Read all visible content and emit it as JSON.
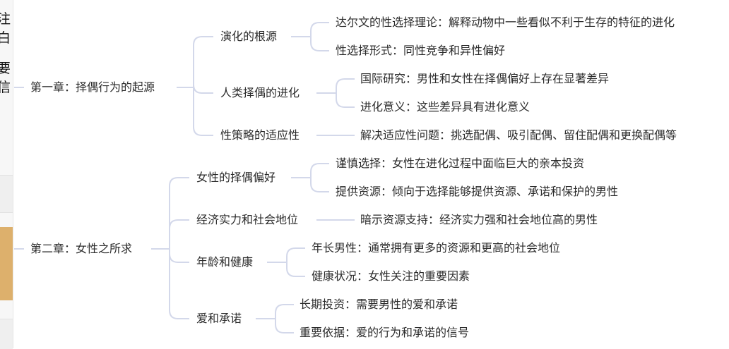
{
  "side": {
    "glyph_1": "注白",
    "glyph_2": "要信"
  },
  "mindmap": {
    "chapters": [
      {
        "title": "第一章：择偶行为的起源",
        "topics": [
          {
            "title": "演化的根源",
            "points": [
              "达尔文的性选择理论：解释动物中一些看似不利于生存的特征的进化",
              "性选择形式：同性竞争和异性偏好"
            ]
          },
          {
            "title": "人类择偶的进化",
            "points": [
              "国际研究：男性和女性在择偶偏好上存在显著差异",
              "进化意义：这些差异具有进化意义"
            ]
          },
          {
            "title": "性策略的适应性",
            "points": [
              "解决适应性问题：挑选配偶、吸引配偶、留住配偶和更换配偶等"
            ]
          }
        ]
      },
      {
        "title": "第二章：女性之所求",
        "topics": [
          {
            "title": "女性的择偶偏好",
            "points": [
              "谨慎选择：女性在进化过程中面临巨大的亲本投资",
              "提供资源：倾向于选择能够提供资源、承诺和保护的男性"
            ]
          },
          {
            "title": "经济实力和社会地位",
            "points": [
              "暗示资源支持：经济实力强和社会地位高的男性"
            ]
          },
          {
            "title": "年龄和健康",
            "points": [
              "年长男性：通常拥有更多的资源和更高的社会地位",
              "健康状况：女性关注的重要因素"
            ]
          },
          {
            "title": "爱和承诺",
            "points": [
              "长期投资：需要男性的爱和承诺",
              "重要依据：爱的行为和承诺的信号"
            ]
          }
        ]
      }
    ]
  }
}
